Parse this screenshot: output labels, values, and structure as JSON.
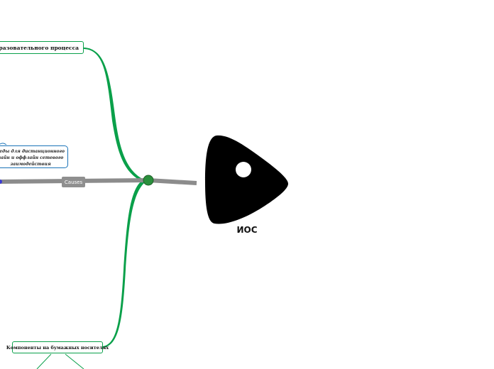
{
  "nodes": {
    "top": {
      "label": "ние образовательного процесса"
    },
    "bottom": {
      "label": "Компоненты на бумажных носителях"
    },
    "middle": {
      "lines": [
        "реды для дистанционного",
        "лайн и оффлайн сетевого",
        "заимодействия"
      ]
    }
  },
  "connector": {
    "label": "Causes"
  },
  "center": {
    "label": "ИОС"
  },
  "colors": {
    "branch": "#0aa04a",
    "spine": "#8c8c8c",
    "node_border_green": "#0aa04a",
    "node_border_blue": "#1a73b8",
    "joint": "#2a8f3c"
  }
}
